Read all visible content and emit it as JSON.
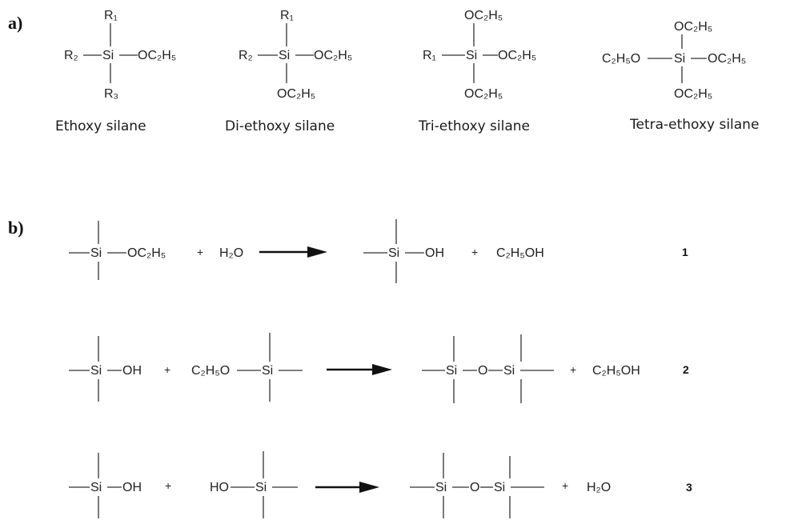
{
  "panel_a": {
    "label": "a)",
    "structures": [
      {
        "caption": "Ethoxy silane",
        "center": "Si",
        "top": "R₁",
        "left": "R₂",
        "right": "OC₂H₅",
        "bottom": "R₃"
      },
      {
        "caption": "Di-ethoxy silane",
        "center": "Si",
        "top": "R₁",
        "left": "R₂",
        "right": "OC₂H₅",
        "bottom": "OC₂H₅"
      },
      {
        "caption": "Tri-ethoxy silane",
        "center": "Si",
        "top": "OC₂H₅",
        "left": "R₁",
        "right": "OC₂H₅",
        "bottom": "OC₂H₅"
      },
      {
        "caption": "Tetra-ethoxy silane",
        "center": "Si",
        "top": "OC₂H₅",
        "left": "C₂H₅O",
        "right": "OC₂H₅",
        "bottom": "OC₂H₅"
      }
    ]
  },
  "panel_b": {
    "label": "b)",
    "reactions": [
      {
        "number": "1",
        "r1_center": "Si",
        "r1_right": "OC₂H₅",
        "plus1": "+",
        "reagent": "H₂O",
        "p1_center": "Si",
        "p1_right": "OH",
        "plus2": "+",
        "byproduct": "C₂H₅OH"
      },
      {
        "number": "2",
        "r1_center": "Si",
        "r1_right": "OH",
        "plus1": "+",
        "r2_left": "C₂H₅O",
        "r2_center": "Si",
        "p_si1": "Si",
        "p_o": "O",
        "p_si2": "Si",
        "plus2": "+",
        "byproduct": "C₂H₅OH"
      },
      {
        "number": "3",
        "r1_center": "Si",
        "r1_right": "OH",
        "plus1": "+",
        "r2_left": "HO",
        "r2_center": "Si",
        "p_si1": "Si",
        "p_o": "O",
        "p_si2": "Si",
        "plus2": "+",
        "byproduct": "H₂O"
      }
    ]
  }
}
